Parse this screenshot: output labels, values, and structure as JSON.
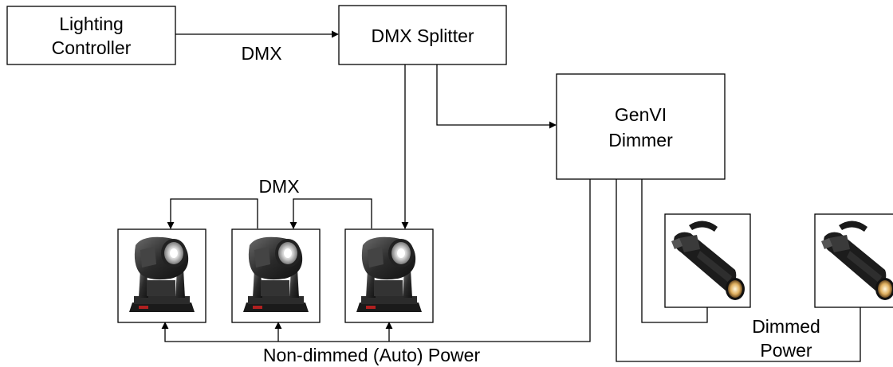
{
  "nodes": {
    "lighting_controller": [
      "Lighting",
      "Controller"
    ],
    "dmx_splitter": "DMX Splitter",
    "genvi_dimmer": [
      "GenVI",
      "Dimmer"
    ]
  },
  "edge_labels": {
    "controller_to_splitter": "DMX",
    "moving_head_chain": "DMX",
    "non_dimmed_power": "Non-dimmed (Auto) Power",
    "dimmed_power": [
      "Dimmed",
      "Power"
    ]
  },
  "fixtures": {
    "moving_heads": [
      "moving-head-1",
      "moving-head-2",
      "moving-head-3"
    ],
    "ellipsoidals": [
      "ellipsoidal-1",
      "ellipsoidal-2"
    ]
  }
}
